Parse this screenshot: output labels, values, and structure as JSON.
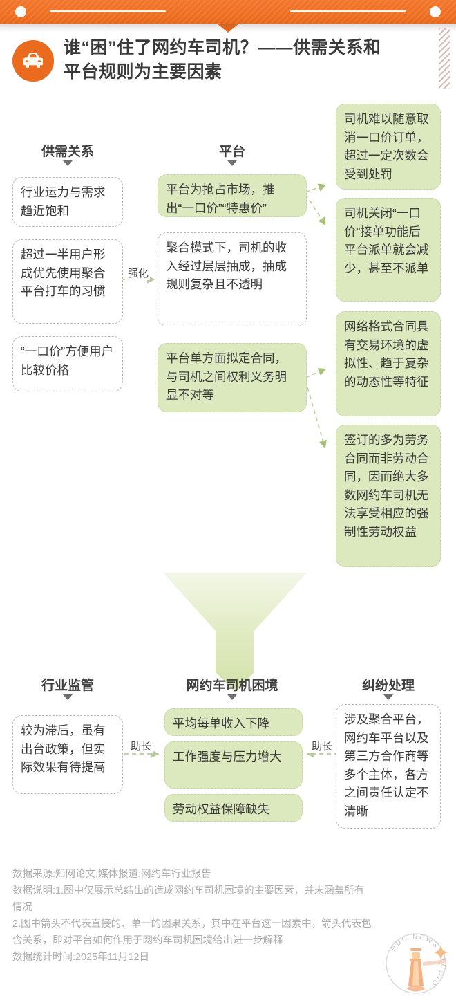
{
  "header": {
    "icon": "car-icon",
    "title": "谁“困”住了网约车司机？——供需关系和平台规则为主要因素",
    "accent_color": "#ea6a1e"
  },
  "diagram": {
    "green_color": "#dce8be",
    "columns": [
      {
        "key": "supply_demand",
        "label": "供需关系"
      },
      {
        "key": "platform",
        "label": "平台"
      }
    ],
    "supply_demand_boxes": [
      {
        "text": "行业运力与需求趋近饱和",
        "style": "dash"
      },
      {
        "text": "超过一半用户形成优先使用聚合平台打车的习惯",
        "style": "dash"
      },
      {
        "text": "“一口价”方便用户比较价格",
        "style": "dash"
      }
    ],
    "platform_boxes": [
      {
        "text": "平台为抢占市场，推出“一口价”“特惠价”",
        "style": "green"
      },
      {
        "text": "聚合模式下，司机的收入经过层层抽成，抽成规则复杂且不透明",
        "style": "dash"
      },
      {
        "text": "平台单方面拟定合同，与司机之间权利义务明显不对等",
        "style": "green"
      }
    ],
    "outcome_boxes": [
      {
        "text": "司机难以随意取消一口价订单，超过一定次数会受到处罚",
        "style": "green"
      },
      {
        "text": "司机关闭“一口价”接单功能后平台派单就会减少，甚至不派单",
        "style": "green"
      },
      {
        "text": "网络格式合同具有交易环境的虚拟性、趋于复杂的动态性等特征",
        "style": "green"
      },
      {
        "text": "签订的多为劳务合同而非劳动合同，因而绝大多数网约车司机无法享受相应的强制性劳动权益",
        "style": "green"
      }
    ],
    "edge_labels": {
      "strengthen": "强化",
      "promote_left": "助长",
      "promote_right": "助长"
    },
    "bottom": {
      "columns": [
        {
          "key": "regulation",
          "label": "行业监管"
        },
        {
          "key": "plight",
          "label": "网约车司机困境"
        },
        {
          "key": "dispute",
          "label": "纠纷处理"
        }
      ],
      "regulation_box": {
        "text": "较为滞后，虽有出台政策，但实际效果有待提高",
        "style": "dash"
      },
      "plight_boxes": [
        {
          "text": "平均每单收入下降",
          "style": "green"
        },
        {
          "text": "工作强度与压力增大",
          "style": "green"
        },
        {
          "text": "劳动权益保障缺失",
          "style": "green"
        }
      ],
      "dispute_box": {
        "text": "涉及聚合平台，网约车平台以及第三方合作商等多个主体，各方之间责任认定不清晰",
        "style": "dash"
      }
    }
  },
  "footer": {
    "source": "数据来源:知网论文;媒体报道;网约车行业报告",
    "note1": "数据说明:1.图中仅展示总结出的造成网约车司机困境的主要因素，并未涵盖所有情况",
    "note2": "2.图中箭头不代表直接的、单一的因果关系，其中在平台这一因素中，箭头代表包含关系，即对平台如何作用于网约车司机困境给出进一步解释",
    "date": "数据统计时间:2025年11月12日",
    "stamp_text": "RUC NEWS STUDIO"
  }
}
